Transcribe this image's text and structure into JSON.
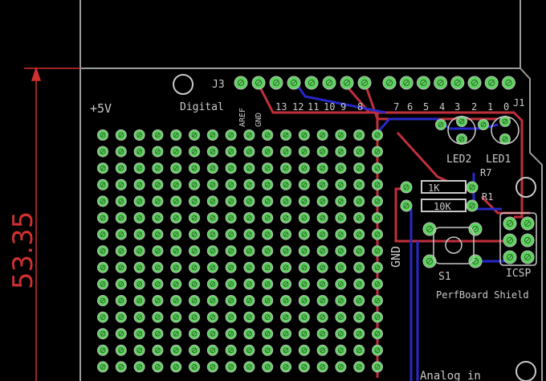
{
  "dimension": {
    "value": "53.35"
  },
  "labels": {
    "j3": "J3",
    "j1": "J1",
    "digital": "Digital",
    "aref": "AREF",
    "gnd_pin": "GND",
    "pin_numbers": [
      "13",
      "12",
      "11",
      "10",
      "9",
      "8",
      "7",
      "6",
      "5",
      "4",
      "3",
      "2",
      "1",
      "0"
    ],
    "plus5v": "+5V",
    "gnd": "GND",
    "led2": "LED2",
    "led1": "LED1",
    "r7": "R7",
    "r1": "R1",
    "r7_value": "1K",
    "r1_value": "10K",
    "s1": "S1",
    "icsp": "ICSP",
    "board_name": "PerfBoard Shield",
    "analog": "Analog in"
  },
  "colors": {
    "pad": "#5fd35f",
    "top_trace": "#c0303c",
    "bottom_trace": "#2828c8",
    "silk": "#c8c8c8",
    "dimension": "#d03030",
    "outline": "#9a9a9a"
  }
}
